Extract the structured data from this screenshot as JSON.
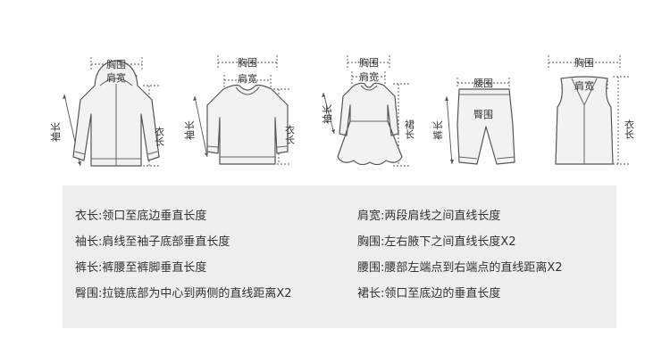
{
  "garments": [
    {
      "id": "coat",
      "labels": [
        "胸围",
        "肩宽",
        "袖长",
        "衣长"
      ]
    },
    {
      "id": "sweater",
      "labels": [
        "胸围",
        "肩宽",
        "袖长",
        "衣长"
      ]
    },
    {
      "id": "dress",
      "labels": [
        "胸围",
        "肩宽",
        "袖长",
        "裙长"
      ]
    },
    {
      "id": "pants",
      "labels": [
        "腰围",
        "臀围",
        "裤长"
      ]
    },
    {
      "id": "vest",
      "labels": [
        "胸围",
        "肩宽",
        "衣长"
      ]
    }
  ],
  "definitions": {
    "left": [
      {
        "term": "衣长:",
        "desc": "领口至底边垂直长度"
      },
      {
        "term": "袖长:",
        "desc": "肩线至袖子底部垂直长度"
      },
      {
        "term": "裤长:",
        "desc": "裤腰至裤脚垂直长度"
      },
      {
        "term": "臀围:",
        "desc": "拉链底部为中心到两侧的直线距离X2"
      }
    ],
    "right": [
      {
        "term": "肩宽:",
        "desc": "两段肩线之间直线长度"
      },
      {
        "term": "胸围:",
        "desc": "左右腋下之间直线长度X2"
      },
      {
        "term": "腰围:",
        "desc": "腰部左端点到右端点的直线距离X2"
      },
      {
        "term": "裙长:",
        "desc": "领口至底边的垂直长度"
      }
    ]
  },
  "colors": {
    "line": "#555555",
    "fill": "#f2f2f2",
    "panel": "#eeeeee",
    "text": "#333333"
  }
}
